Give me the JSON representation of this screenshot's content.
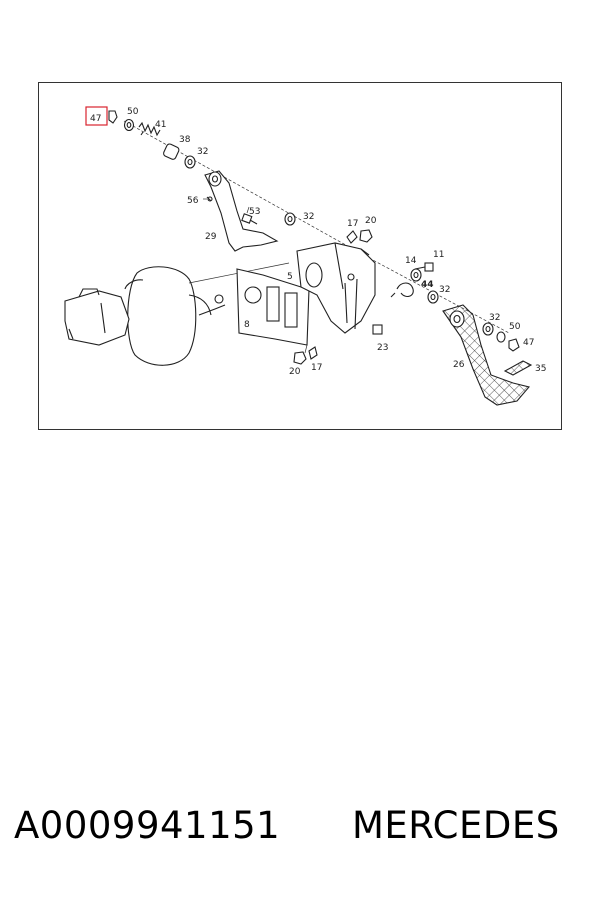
{
  "diagram": {
    "highlight_color": "#d9232e",
    "labels": {
      "l47a": "47",
      "l50a": "50",
      "l41": "41",
      "l38": "38",
      "l32a": "32",
      "l56": "56",
      "l53": "53",
      "l32b": "32",
      "l17a": "17",
      "l20a": "20",
      "l29": "29",
      "l5": "5",
      "l14": "14",
      "l11": "11",
      "l44": "44",
      "l32c": "32",
      "l8": "8",
      "l23": "23",
      "l20b": "20",
      "l17b": "17",
      "l32d": "32",
      "l50b": "50",
      "l47b": "47",
      "l26": "26",
      "l35": "35"
    }
  },
  "footer": {
    "part_number": "A0009941151",
    "brand": "MERCEDES"
  }
}
